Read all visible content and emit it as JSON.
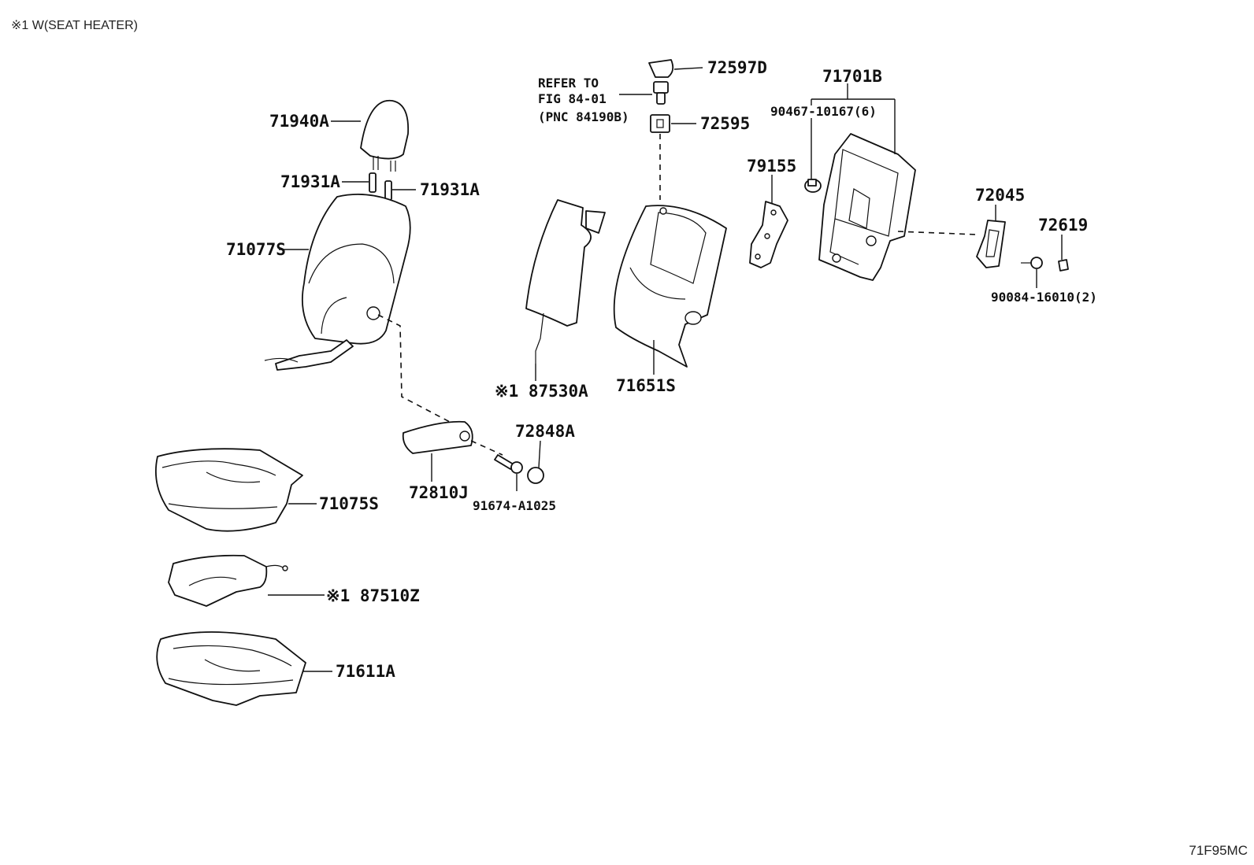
{
  "header_note": "※1 W(SEAT HEATER)",
  "figure_id": "71F95MC",
  "refer": {
    "line1": "REFER TO",
    "line2": "FIG 84-01",
    "line3": "(PNC 84190B)"
  },
  "parts": {
    "p71940A": "71940A",
    "p71931A_left": "71931A",
    "p71931A_right": "71931A",
    "p71077S": "71077S",
    "p87530A": "※1 87530A",
    "p71651S": "71651S",
    "p72597D": "72597D",
    "p72595": "72595",
    "p71701B": "71701B",
    "p90467": "90467-10167(6)",
    "p79155": "79155",
    "p72045": "72045",
    "p72619": "72619",
    "p90084": "90084-16010(2)",
    "p72848A": "72848A",
    "p72810J": "72810J",
    "p91674": "91674-A1025",
    "p71075S": "71075S",
    "p87510Z": "※1 87510Z",
    "p71611A": "71611A"
  },
  "colors": {
    "line": "#111111",
    "background": "#ffffff"
  }
}
